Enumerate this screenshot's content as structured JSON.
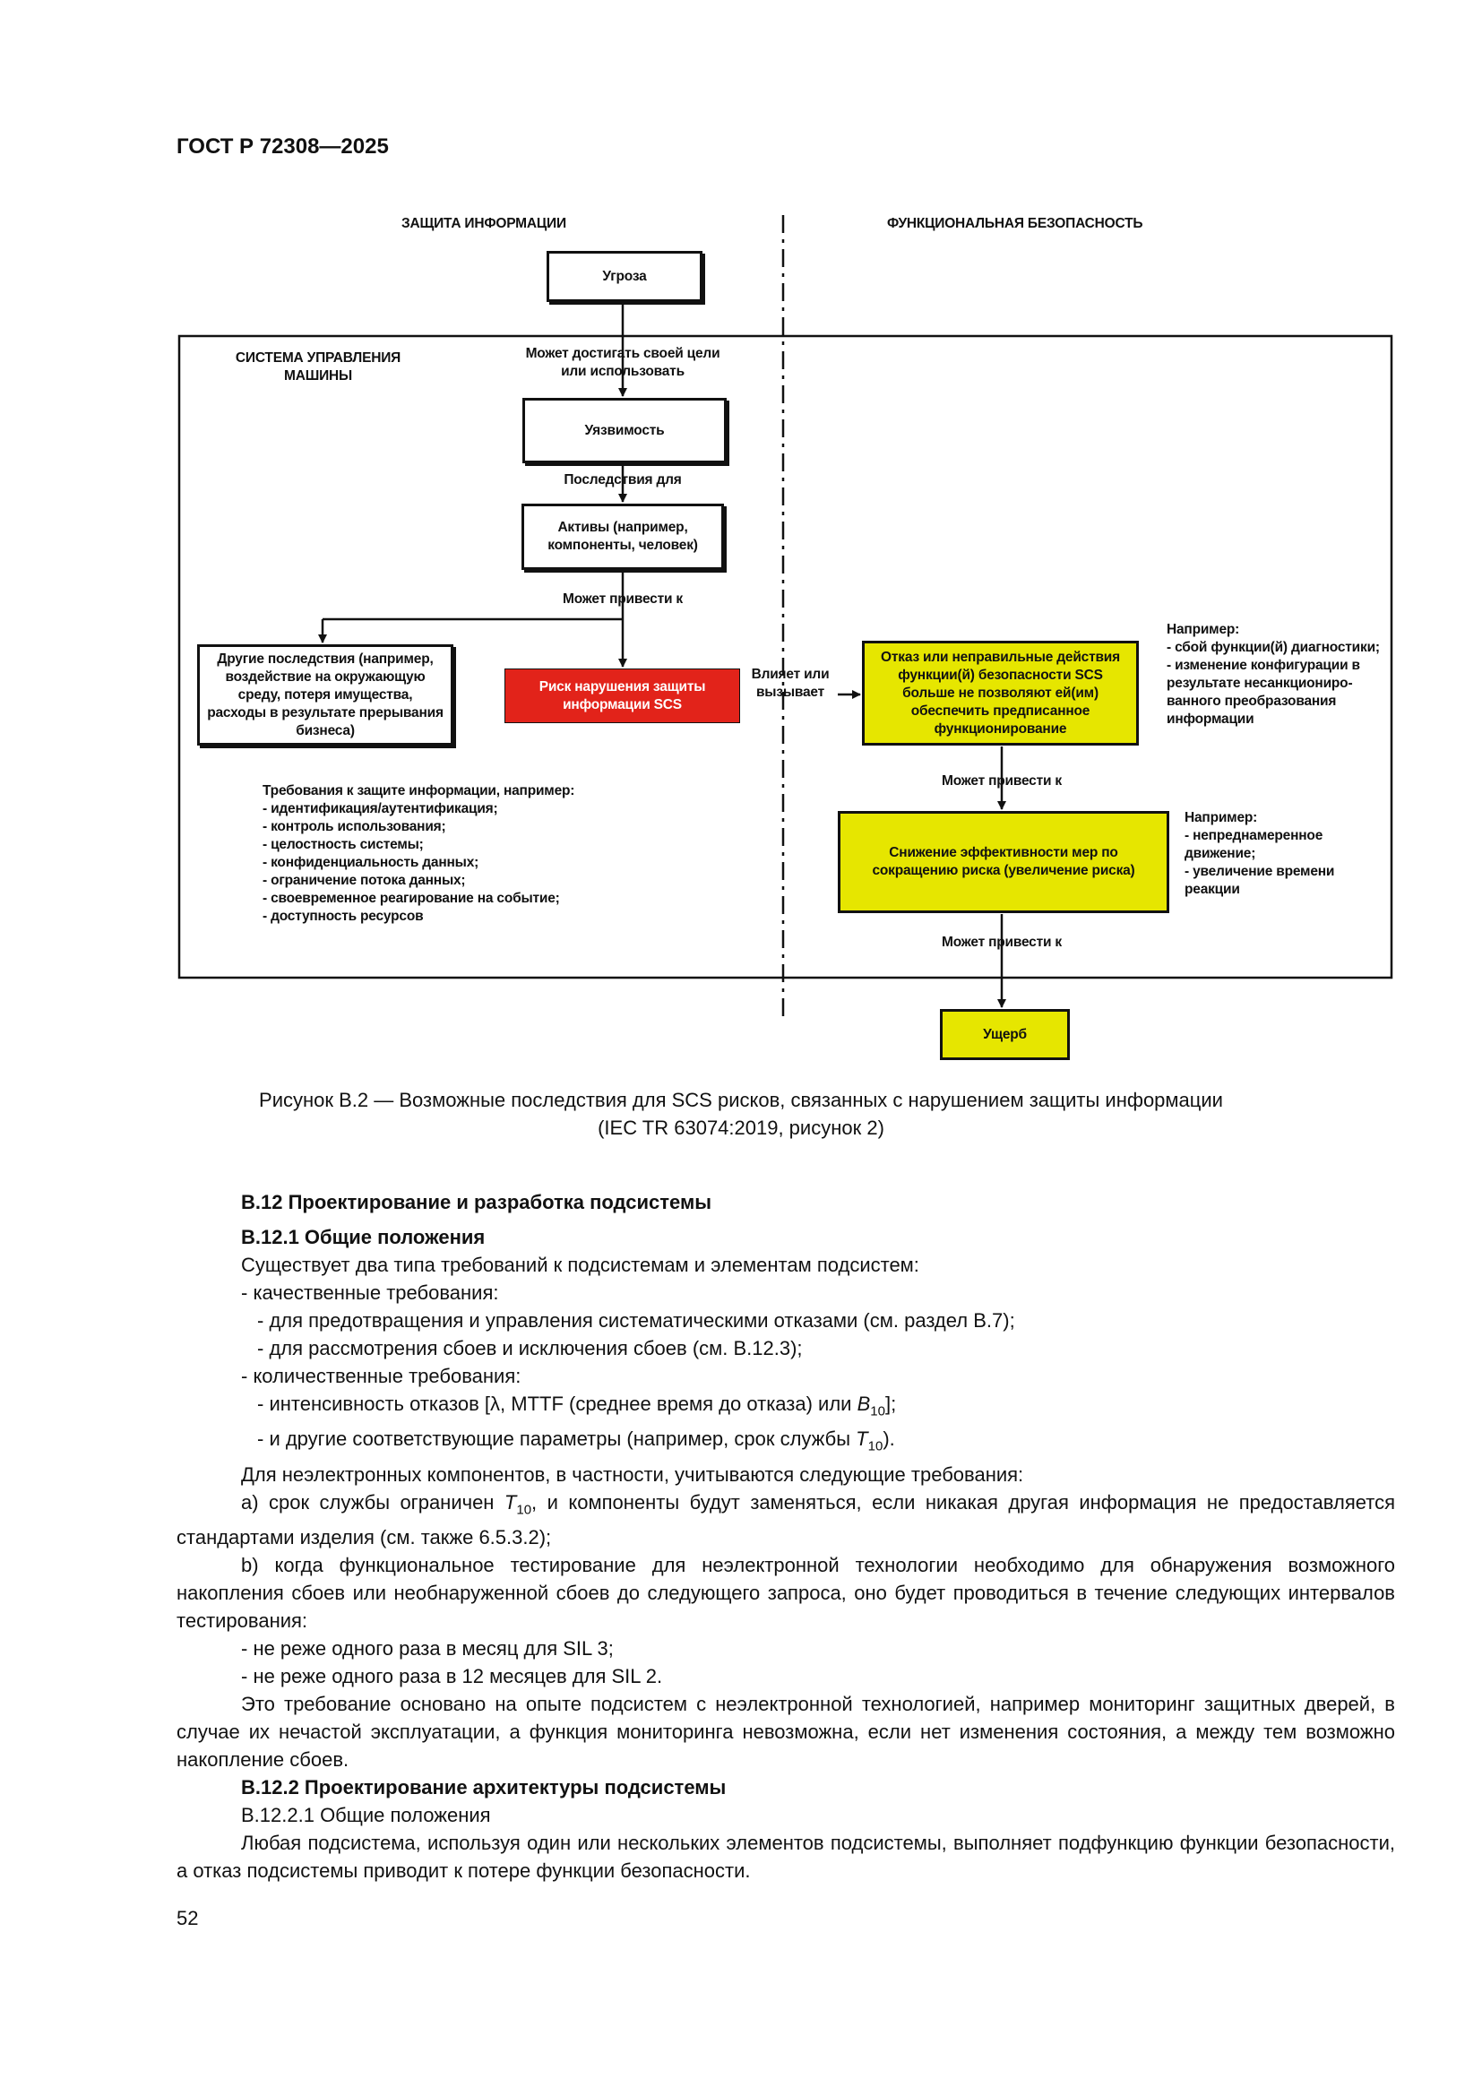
{
  "header": {
    "doc_id": "ГОСТ Р 72308—2025"
  },
  "diagram": {
    "left_title": "ЗАЩИТА ИНФОРМАЦИИ",
    "right_title": "ФУНКЦИОНАЛЬНАЯ БЕЗОПАСНОСТЬ",
    "threat": "Угроза",
    "system_label": "СИСТЕМА УПРАВЛЕНИЯ МАШИНЫ",
    "edge_threat_vuln": "Может достигать своей цели или использовать",
    "vulnerability": "Уязвимость",
    "edge_vuln_assets": "Последствия для",
    "assets": "Активы (например, компоненты, человек)",
    "edge_assets_out": "Может привести к",
    "other_consequences": "Другие последствия (например, воздействие на окружающую среду, потеря имущества, расходы в результате прерывания бизнеса)",
    "scs_risk": "Риск нарушения защиты информации SCS",
    "edge_influences": "Влияет или вызывает",
    "failure": "Отказ или неправильные действия функции(й) безопасности SCS больше не позволяют ей(им) обеспечить предписанное функционирование",
    "failure_examples": "Например:\n- сбой функции(й) диагностики;\n- изменение конфигурации в результате несанкциониро­ванного преобразования информации",
    "edge_failure_reduction": "Может привести к",
    "reduction": "Снижение эффективности мер по сокращению риска (увеличение риска)",
    "reduction_examples": "Например:\n- непреднамеренное движение;\n- увеличение времени реакции",
    "edge_reduction_damage": "Может привести к",
    "damage": "Ущерб",
    "requirements": "Требования к защите информации, например:\n- идентификация/аутентификация;\n- контроль использования;\n- целостность системы;\n- конфиденциальность данных;\n- ограничение потока данных;\n- своевременное реагирование на событие;\n- доступность ресурсов",
    "colors": {
      "red": "#e2231a",
      "yellow": "#e6e600"
    }
  },
  "caption": {
    "line1": "Рисунок В.2 — Возможные последствия для SCS рисков, связанных с нарушением защиты информации",
    "line2": "(IEC TR 63074:2019, рисунок 2)"
  },
  "text": {
    "h_b12": "В.12 Проектирование и разработка подсистемы",
    "h_b121": "В.12.1 Общие положения",
    "p1": "Существует два типа требований к подсистемам и элементам подсистем:",
    "l_qual": "- качественные требования:",
    "l_qual_1": "- для предотвращения и управления систематическими отказами (см. раздел В.7);",
    "l_qual_2": "- для рассмотрения сбоев и исключения сбоев (см. В.12.3);",
    "l_quant": "- количественные требования:",
    "l_quant_1a": "- интенсивность отказов [λ, MTTF (среднее время до отказа) или ",
    "l_quant_1b": "B",
    "l_quant_1c": "10",
    "l_quant_1d": "];",
    "l_quant_2a": "- и другие соответствующие параметры (например, срок службы ",
    "l_quant_2b": "T",
    "l_quant_2c": "10",
    "l_quant_2d": ").",
    "p_nonel": "Для неэлектронных компонентов, в частности, учитываются следующие требования:",
    "p_a_1": "a) срок службы ограничен ",
    "p_a_T": "T",
    "p_a_sub": "10",
    "p_a_2": ", и компоненты будут заменяться, если никакая другая информация не предо­ставляется стандартами изделия (см. также 6.5.3.2);",
    "p_b": "b) когда функциональное тестирование для неэлектронной технологии необходимо для обнаружения воз­можного накопления сбоев или необнаруженной сбоев до следующего запроса, оно будет проводиться в течение следующих интервалов тестирования:",
    "l_sil3": "- не реже одного раза в месяц для SIL 3;",
    "l_sil2": "- не реже одного раза в 12 месяцев для SIL 2.",
    "p_exp": "Это требование основано на опыте подсистем с неэлектронной технологией, например мониторинг защит­ных дверей, в случае их нечастой эксплуатации, а функция мониторинга невозможна, если нет изменения состоя­ния, а между тем возможно накопление сбоев.",
    "h_b122": "В.12.2 Проектирование архитектуры подсистемы",
    "h_b1221": "В.12.2.1 Общие положения",
    "p_last": "Любая подсистема, используя один или нескольких элементов подсистемы, выполняет подфункцию функции безопасности, а отказ подсистемы приводит к потере функции безопасности."
  },
  "footer": {
    "page_number": "52"
  }
}
